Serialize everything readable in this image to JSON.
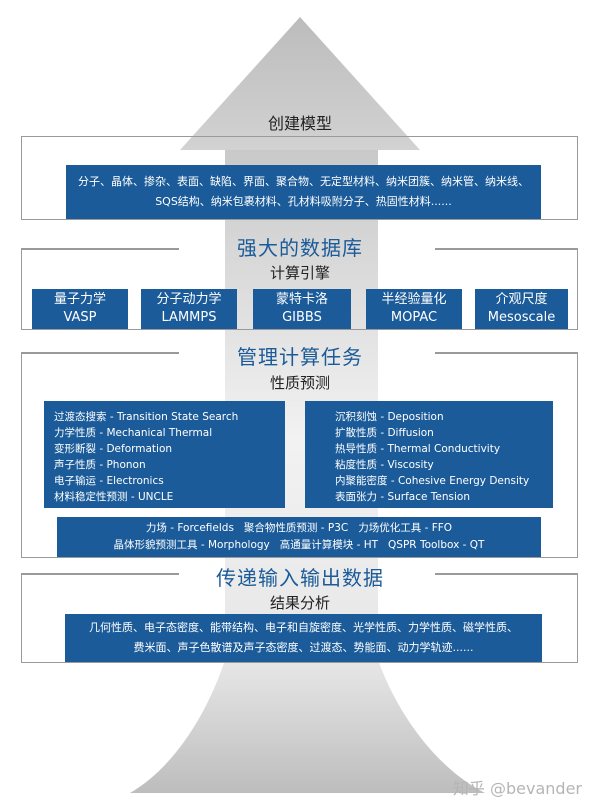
{
  "colors": {
    "accent_blue": "#1b5b99",
    "frame_gray": "#9a9a9a",
    "arrow_gray": "#c8c8c8"
  },
  "arrow": {
    "icon": "upward-arrow-background"
  },
  "sections": {
    "build_model": {
      "title": "创建模型",
      "items_line1": "分子、晶体、掺杂、表面、缺陷、界面、聚合物、无定型材料、纳米团簇、纳米管、纳米线、",
      "items_line2": "SQS结构、纳米包裹材料、孔材料吸附分子、热固性材料......"
    },
    "database": {
      "title": "强大的数据库",
      "subtitle": "计算引擎",
      "engines": [
        {
          "cn": "量子力学",
          "en": "VASP"
        },
        {
          "cn": "分子动力学",
          "en": "LAMMPS"
        },
        {
          "cn": "蒙特卡洛",
          "en": "GIBBS"
        },
        {
          "cn": "半经验量化",
          "en": "MOPAC"
        },
        {
          "cn": "介观尺度",
          "en": "Mesoscale"
        }
      ]
    },
    "tasks": {
      "title": "管理计算任务",
      "subtitle": "性质预测",
      "left_items": [
        "过渡态搜索 - Transition State Search",
        "力学性质 - Mechanical Thermal",
        "变形断裂 - Deformation",
        "声子性质 - Phonon",
        "电子输运 - Electronics",
        "材料稳定性预测 - UNCLE"
      ],
      "right_items": [
        "沉积刻蚀 - Deposition",
        "扩散性质 - Diffusion",
        "热导性质 - Thermal Conductivity",
        "粘度性质 - Viscosity",
        "内聚能密度 - Cohesive Energy Density",
        "表面张力 -  Surface Tension"
      ],
      "tools_line1": "力场 - Forcefields   聚合物性质预测 - P3C   力场优化工具 - FFO",
      "tools_line2": "晶体形貌预测工具 - Morphology   高通量计算模块 - HT   QSPR Toolbox - QT"
    },
    "io": {
      "title": "传递输入输出数据",
      "subtitle": "结果分析",
      "items_line1": "几何性质、电子态密度、能带结构、电子和自旋密度、光学性质、力学性质、磁学性质、",
      "items_line2": "费米面、声子色散谱及声子态密度、过渡态、势能面、动力学轨迹......"
    }
  },
  "watermark": "知乎 @bevander"
}
